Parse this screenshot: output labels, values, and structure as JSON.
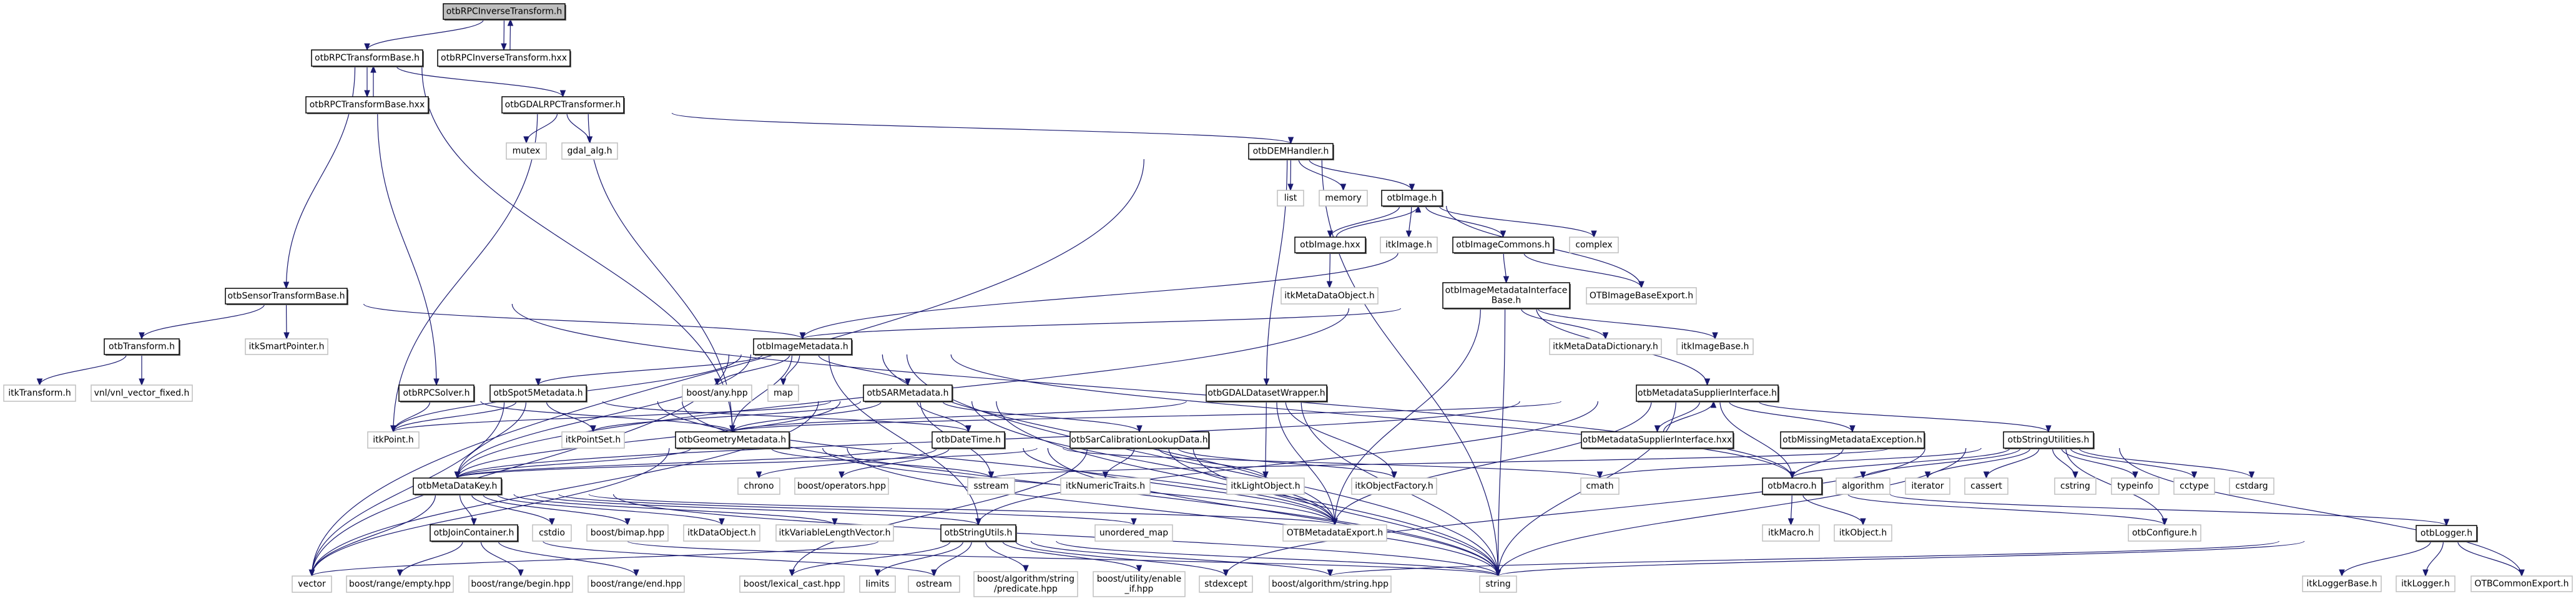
{
  "title": "Include dependency graph for otbRPCInverseTransform.h",
  "colors": {
    "edge": "#191970",
    "documented_border": "#000000",
    "external_border": "#bfbfbf",
    "root_fill": "#bfbfbf",
    "background": "#ffffff"
  },
  "root": "otbRPCInverseTransform.h",
  "nodes": [
    {
      "id": "otbRPCInverseTransform.h",
      "kind": "root"
    },
    {
      "id": "otbRPCTransformBase.h",
      "kind": "documented"
    },
    {
      "id": "otbRPCInverseTransform.hxx",
      "kind": "documented"
    },
    {
      "id": "otbRPCTransformBase.hxx",
      "kind": "documented"
    },
    {
      "id": "otbGDALRPCTransformer.h",
      "kind": "documented"
    },
    {
      "id": "mutex",
      "kind": "external"
    },
    {
      "id": "gdal_alg.h",
      "kind": "external"
    },
    {
      "id": "otbDEMHandler.h",
      "kind": "documented"
    },
    {
      "id": "list",
      "kind": "external"
    },
    {
      "id": "memory",
      "kind": "external"
    },
    {
      "id": "otbImage.h",
      "kind": "documented"
    },
    {
      "id": "otbImage.hxx",
      "kind": "documented"
    },
    {
      "id": "itkImage.h",
      "kind": "external"
    },
    {
      "id": "otbImageCommons.h",
      "kind": "documented"
    },
    {
      "id": "complex",
      "kind": "external"
    },
    {
      "id": "otbSensorTransformBase.h",
      "kind": "documented"
    },
    {
      "id": "itkMetaDataObject.h",
      "kind": "external"
    },
    {
      "id": "otbImageMetadataInterfaceBase.h",
      "kind": "documented",
      "lines": [
        "otbImageMetadataInterface",
        "Base.h"
      ]
    },
    {
      "id": "OTBImageBaseExport.h",
      "kind": "external"
    },
    {
      "id": "otbTransform.h",
      "kind": "documented"
    },
    {
      "id": "itkSmartPointer.h",
      "kind": "external"
    },
    {
      "id": "otbImageMetadata.h",
      "kind": "documented"
    },
    {
      "id": "itkMetaDataDictionary.h",
      "kind": "external"
    },
    {
      "id": "itkImageBase.h",
      "kind": "external"
    },
    {
      "id": "itkTransform.h",
      "kind": "external"
    },
    {
      "id": "vnl/vnl_vector_fixed.h",
      "kind": "external"
    },
    {
      "id": "otbRPCSolver.h",
      "kind": "documented"
    },
    {
      "id": "otbSpot5Metadata.h",
      "kind": "documented"
    },
    {
      "id": "boost/any.hpp",
      "kind": "external"
    },
    {
      "id": "map",
      "kind": "external"
    },
    {
      "id": "otbSARMetadata.h",
      "kind": "documented"
    },
    {
      "id": "otbGDALDatasetWrapper.h",
      "kind": "documented"
    },
    {
      "id": "otbMetadataSupplierInterface.h",
      "kind": "documented"
    },
    {
      "id": "itkPoint.h",
      "kind": "external"
    },
    {
      "id": "itkPointSet.h",
      "kind": "external"
    },
    {
      "id": "otbGeometryMetadata.h",
      "kind": "documented"
    },
    {
      "id": "otbDateTime.h",
      "kind": "documented"
    },
    {
      "id": "otbSarCalibrationLookupData.h",
      "kind": "documented"
    },
    {
      "id": "otbMetadataSupplierInterface.hxx",
      "kind": "documented"
    },
    {
      "id": "otbMissingMetadataException.h",
      "kind": "documented"
    },
    {
      "id": "otbStringUtilities.h",
      "kind": "documented"
    },
    {
      "id": "otbMetaDataKey.h",
      "kind": "documented"
    },
    {
      "id": "chrono",
      "kind": "external"
    },
    {
      "id": "boost/operators.hpp",
      "kind": "external"
    },
    {
      "id": "sstream",
      "kind": "external"
    },
    {
      "id": "itkNumericTraits.h",
      "kind": "external"
    },
    {
      "id": "itkLightObject.h",
      "kind": "external"
    },
    {
      "id": "itkObjectFactory.h",
      "kind": "external"
    },
    {
      "id": "cmath",
      "kind": "external"
    },
    {
      "id": "otbMacro.h",
      "kind": "documented"
    },
    {
      "id": "algorithm",
      "kind": "external"
    },
    {
      "id": "iterator",
      "kind": "external"
    },
    {
      "id": "cassert",
      "kind": "external"
    },
    {
      "id": "cstring",
      "kind": "external"
    },
    {
      "id": "typeinfo",
      "kind": "external"
    },
    {
      "id": "cctype",
      "kind": "external"
    },
    {
      "id": "cstdarg",
      "kind": "external"
    },
    {
      "id": "otbJoinContainer.h",
      "kind": "documented"
    },
    {
      "id": "cstdio",
      "kind": "external"
    },
    {
      "id": "boost/bimap.hpp",
      "kind": "external"
    },
    {
      "id": "itkDataObject.h",
      "kind": "external"
    },
    {
      "id": "itkVariableLengthVector.h",
      "kind": "external"
    },
    {
      "id": "otbStringUtils.h",
      "kind": "documented"
    },
    {
      "id": "unordered_map",
      "kind": "external"
    },
    {
      "id": "OTBMetadataExport.h",
      "kind": "external"
    },
    {
      "id": "itkMacro.h",
      "kind": "external"
    },
    {
      "id": "itkObject.h",
      "kind": "external"
    },
    {
      "id": "otbConfigure.h",
      "kind": "external"
    },
    {
      "id": "otbLogger.h",
      "kind": "documented"
    },
    {
      "id": "vector",
      "kind": "external"
    },
    {
      "id": "boost/range/empty.hpp",
      "kind": "external"
    },
    {
      "id": "boost/range/begin.hpp",
      "kind": "external"
    },
    {
      "id": "boost/range/end.hpp",
      "kind": "external"
    },
    {
      "id": "boost/lexical_cast.hpp",
      "kind": "external"
    },
    {
      "id": "limits",
      "kind": "external"
    },
    {
      "id": "ostream",
      "kind": "external"
    },
    {
      "id": "boost/algorithm/string/predicate.hpp",
      "kind": "external",
      "lines": [
        "boost/algorithm/string",
        "/predicate.hpp"
      ]
    },
    {
      "id": "boost/utility/enable_if.hpp",
      "kind": "external",
      "lines": [
        "boost/utility/enable",
        "_if.hpp"
      ]
    },
    {
      "id": "stdexcept",
      "kind": "external"
    },
    {
      "id": "boost/algorithm/string.hpp",
      "kind": "external"
    },
    {
      "id": "string",
      "kind": "external"
    },
    {
      "id": "itkLoggerBase.h",
      "kind": "external"
    },
    {
      "id": "itkLogger.h",
      "kind": "external"
    },
    {
      "id": "OTBCommonExport.h",
      "kind": "external"
    }
  ],
  "edges": [
    [
      "otbRPCInverseTransform.h",
      "otbRPCTransformBase.h"
    ],
    [
      "otbRPCInverseTransform.h",
      "otbRPCInverseTransform.hxx"
    ],
    [
      "otbRPCInverseTransform.hxx",
      "otbRPCInverseTransform.h"
    ],
    [
      "otbRPCTransformBase.h",
      "otbRPCTransformBase.hxx"
    ],
    [
      "otbRPCTransformBase.hxx",
      "otbRPCTransformBase.h"
    ],
    [
      "otbRPCTransformBase.h",
      "otbGDALRPCTransformer.h"
    ],
    [
      "otbRPCTransformBase.h",
      "otbSensorTransformBase.h"
    ],
    [
      "otbRPCTransformBase.h",
      "otbGeometryMetadata.h"
    ],
    [
      "otbRPCTransformBase.hxx",
      "otbRPCSolver.h"
    ],
    [
      "otbGDALRPCTransformer.h",
      "mutex"
    ],
    [
      "otbGDALRPCTransformer.h",
      "gdal_alg.h"
    ],
    [
      "otbGDALRPCTransformer.h",
      "otbDEMHandler.h"
    ],
    [
      "otbGDALRPCTransformer.h",
      "itkPoint.h"
    ],
    [
      "otbGDALRPCTransformer.h",
      "otbGeometryMetadata.h"
    ],
    [
      "otbDEMHandler.h",
      "list"
    ],
    [
      "otbDEMHandler.h",
      "memory"
    ],
    [
      "otbDEMHandler.h",
      "otbImage.h"
    ],
    [
      "otbDEMHandler.h",
      "otbGDALDatasetWrapper.h"
    ],
    [
      "otbDEMHandler.h",
      "vector"
    ],
    [
      "otbDEMHandler.h",
      "string"
    ],
    [
      "otbImage.h",
      "otbImage.hxx"
    ],
    [
      "otbImage.hxx",
      "otbImage.h"
    ],
    [
      "otbImage.h",
      "itkImage.h"
    ],
    [
      "otbImage.h",
      "otbImageCommons.h"
    ],
    [
      "otbImage.h",
      "complex"
    ],
    [
      "otbImage.h",
      "OTBImageBaseExport.h"
    ],
    [
      "otbImage.hxx",
      "itkMetaDataObject.h"
    ],
    [
      "otbImageCommons.h",
      "otbImageMetadataInterfaceBase.h"
    ],
    [
      "otbImageCommons.h",
      "OTBImageBaseExport.h"
    ],
    [
      "otbImageCommons.h",
      "otbImageMetadata.h"
    ],
    [
      "otbSensorTransformBase.h",
      "otbTransform.h"
    ],
    [
      "otbSensorTransformBase.h",
      "itkSmartPointer.h"
    ],
    [
      "otbSensorTransformBase.h",
      "otbImageMetadata.h"
    ],
    [
      "otbSensorTransformBase.h",
      "otbMacro.h"
    ],
    [
      "otbTransform.h",
      "itkTransform.h"
    ],
    [
      "otbTransform.h",
      "vnl/vnl_vector_fixed.h"
    ],
    [
      "otbImageMetadataInterfaceBase.h",
      "otbImageMetadata.h"
    ],
    [
      "otbImageMetadataInterfaceBase.h",
      "itkMetaDataDictionary.h"
    ],
    [
      "otbImageMetadataInterfaceBase.h",
      "itkImageBase.h"
    ],
    [
      "otbImageMetadataInterfaceBase.h",
      "otbMetadataSupplierInterface.h"
    ],
    [
      "otbImageMetadataInterfaceBase.h",
      "OTBMetadataExport.h"
    ],
    [
      "otbImageMetadataInterfaceBase.h",
      "string"
    ],
    [
      "otbImageMetadataInterfaceBase.h",
      "otbMetaDataKey.h"
    ],
    [
      "otbImageMetadata.h",
      "otbSpot5Metadata.h"
    ],
    [
      "otbImageMetadata.h",
      "boost/any.hpp"
    ],
    [
      "otbImageMetadata.h",
      "map"
    ],
    [
      "otbImageMetadata.h",
      "otbSARMetadata.h"
    ],
    [
      "otbImageMetadata.h",
      "otbGeometryMetadata.h"
    ],
    [
      "otbImageMetadata.h",
      "otbMetaDataKey.h"
    ],
    [
      "otbImageMetadata.h",
      "OTBMetadataExport.h"
    ],
    [
      "otbImageMetadata.h",
      "vector"
    ],
    [
      "otbImageMetadata.h",
      "string"
    ],
    [
      "otbImageMetadata.h",
      "itkPoint.h"
    ],
    [
      "otbImageMetadata.h",
      "otbMacro.h"
    ],
    [
      "otbImageMetadata.h",
      "otbStringUtils.h"
    ],
    [
      "otbRPCSolver.h",
      "itkPoint.h"
    ],
    [
      "otbRPCSolver.h",
      "otbGeometryMetadata.h"
    ],
    [
      "otbSpot5Metadata.h",
      "itkPoint.h"
    ],
    [
      "otbSpot5Metadata.h",
      "itkPointSet.h"
    ],
    [
      "otbSpot5Metadata.h",
      "otbMetaDataKey.h"
    ],
    [
      "otbSpot5Metadata.h",
      "OTBMetadataExport.h"
    ],
    [
      "otbSpot5Metadata.h",
      "otbDateTime.h"
    ],
    [
      "otbSpot5Metadata.h",
      "vector"
    ],
    [
      "otbSpot5Metadata.h",
      "string"
    ],
    [
      "otbSARMetadata.h",
      "itkPoint.h"
    ],
    [
      "otbSARMetadata.h",
      "itkPointSet.h"
    ],
    [
      "otbSARMetadata.h",
      "otbGeometryMetadata.h"
    ],
    [
      "otbSARMetadata.h",
      "otbDateTime.h"
    ],
    [
      "otbSARMetadata.h",
      "otbSarCalibrationLookupData.h"
    ],
    [
      "otbSARMetadata.h",
      "sstream"
    ],
    [
      "otbSARMetadata.h",
      "otbMetaDataKey.h"
    ],
    [
      "otbSARMetadata.h",
      "OTBMetadataExport.h"
    ],
    [
      "otbSARMetadata.h",
      "vector"
    ],
    [
      "otbSARMetadata.h",
      "string"
    ],
    [
      "otbGDALDatasetWrapper.h",
      "itkLightObject.h"
    ],
    [
      "otbGDALDatasetWrapper.h",
      "itkObjectFactory.h"
    ],
    [
      "otbGDALDatasetWrapper.h",
      "OTBMetadataExport.h"
    ],
    [
      "otbGDALDatasetWrapper.h",
      "otbGeometryMetadata.h"
    ],
    [
      "otbGDALDatasetWrapper.h",
      "string"
    ],
    [
      "otbMetadataSupplierInterface.h",
      "otbMetadataSupplierInterface.hxx"
    ],
    [
      "otbMetadataSupplierInterface.hxx",
      "otbMetadataSupplierInterface.h"
    ],
    [
      "otbMetadataSupplierInterface.h",
      "otbMissingMetadataException.h"
    ],
    [
      "otbMetadataSupplierInterface.h",
      "otbStringUtilities.h"
    ],
    [
      "otbMetadataSupplierInterface.h",
      "otbMacro.h"
    ],
    [
      "otbMetadataSupplierInterface.h",
      "OTBMetadataExport.h"
    ],
    [
      "otbMetadataSupplierInterface.h",
      "otbGeometryMetadata.h"
    ],
    [
      "otbMetadataSupplierInterface.h",
      "otbMetaDataKey.h"
    ],
    [
      "otbMetadataSupplierInterface.h",
      "string"
    ],
    [
      "otbMetadataSupplierInterface.h",
      "otbStringUtils.h"
    ],
    [
      "otbGeometryMetadata.h",
      "otbMetaDataKey.h"
    ],
    [
      "otbGeometryMetadata.h",
      "sstream"
    ],
    [
      "otbGeometryMetadata.h",
      "OTBMetadataExport.h"
    ],
    [
      "otbGeometryMetadata.h",
      "vector"
    ],
    [
      "otbGeometryMetadata.h",
      "string"
    ],
    [
      "otbDateTime.h",
      "chrono"
    ],
    [
      "otbDateTime.h",
      "boost/operators.hpp"
    ],
    [
      "otbDateTime.h",
      "OTBMetadataExport.h"
    ],
    [
      "otbDateTime.h",
      "cmath"
    ],
    [
      "otbDateTime.h",
      "string"
    ],
    [
      "otbDateTime.h",
      "otbMetaDataKey.h"
    ],
    [
      "otbSarCalibrationLookupData.h",
      "itkNumericTraits.h"
    ],
    [
      "otbSarCalibrationLookupData.h",
      "itkLightObject.h"
    ],
    [
      "otbSarCalibrationLookupData.h",
      "itkObjectFactory.h"
    ],
    [
      "otbSarCalibrationLookupData.h",
      "OTBMetadataExport.h"
    ],
    [
      "otbSarCalibrationLookupData.h",
      "boost/lexical_cast.hpp"
    ],
    [
      "otbSarCalibrationLookupData.h",
      "string"
    ],
    [
      "otbSarCalibrationLookupData.h",
      "otbMetaDataKey.h"
    ],
    [
      "otbMissingMetadataException.h",
      "otbMacro.h"
    ],
    [
      "otbStringUtilities.h",
      "otbMacro.h"
    ],
    [
      "otbStringUtilities.h",
      "algorithm"
    ],
    [
      "otbStringUtilities.h",
      "iterator"
    ],
    [
      "otbStringUtilities.h",
      "cassert"
    ],
    [
      "otbStringUtilities.h",
      "cstring"
    ],
    [
      "otbStringUtilities.h",
      "typeinfo"
    ],
    [
      "otbStringUtilities.h",
      "cctype"
    ],
    [
      "otbStringUtilities.h",
      "cstdarg"
    ],
    [
      "otbStringUtilities.h",
      "cmath"
    ],
    [
      "otbStringUtilities.h",
      "sstream"
    ],
    [
      "otbStringUtilities.h",
      "stdexcept"
    ],
    [
      "otbStringUtilities.h",
      "string"
    ],
    [
      "otbStringUtilities.h",
      "OTBCommonExport.h"
    ],
    [
      "otbStringUtilities.h",
      "otbConfigure.h"
    ],
    [
      "otbMacro.h",
      "itkMacro.h"
    ],
    [
      "otbMacro.h",
      "itkObject.h"
    ],
    [
      "otbMacro.h",
      "otbConfigure.h"
    ],
    [
      "otbMacro.h",
      "otbLogger.h"
    ],
    [
      "otbLogger.h",
      "itkLoggerBase.h"
    ],
    [
      "otbLogger.h",
      "itkLogger.h"
    ],
    [
      "otbLogger.h",
      "OTBCommonExport.h"
    ],
    [
      "otbLogger.h",
      "string"
    ],
    [
      "otbLogger.h",
      "boost/algorithm/string.hpp"
    ],
    [
      "otbMetaDataKey.h",
      "otbJoinContainer.h"
    ],
    [
      "otbMetaDataKey.h",
      "cstdio"
    ],
    [
      "otbMetaDataKey.h",
      "boost/bimap.hpp"
    ],
    [
      "otbMetaDataKey.h",
      "itkDataObject.h"
    ],
    [
      "otbMetaDataKey.h",
      "itkVariableLengthVector.h"
    ],
    [
      "otbMetaDataKey.h",
      "otbStringUtils.h"
    ],
    [
      "otbMetaDataKey.h",
      "unordered_map"
    ],
    [
      "otbMetaDataKey.h",
      "OTBMetadataExport.h"
    ],
    [
      "otbMetaDataKey.h",
      "vector"
    ],
    [
      "otbMetaDataKey.h",
      "string"
    ],
    [
      "otbJoinContainer.h",
      "boost/range/empty.hpp"
    ],
    [
      "otbJoinContainer.h",
      "boost/range/begin.hpp"
    ],
    [
      "otbJoinContainer.h",
      "boost/range/end.hpp"
    ],
    [
      "otbJoinContainer.h",
      "string"
    ],
    [
      "otbJoinContainer.h",
      "ostream"
    ],
    [
      "otbStringUtils.h",
      "boost/lexical_cast.hpp"
    ],
    [
      "otbStringUtils.h",
      "limits"
    ],
    [
      "otbStringUtils.h",
      "ostream"
    ],
    [
      "otbStringUtils.h",
      "boost/algorithm/string/predicate.hpp"
    ],
    [
      "otbStringUtils.h",
      "boost/utility/enable_if.hpp"
    ],
    [
      "otbStringUtils.h",
      "stdexcept"
    ],
    [
      "otbStringUtils.h",
      "boost/algorithm/string.hpp"
    ],
    [
      "otbStringUtils.h",
      "string"
    ],
    [
      "otbStringUtils.h",
      "vector"
    ]
  ]
}
